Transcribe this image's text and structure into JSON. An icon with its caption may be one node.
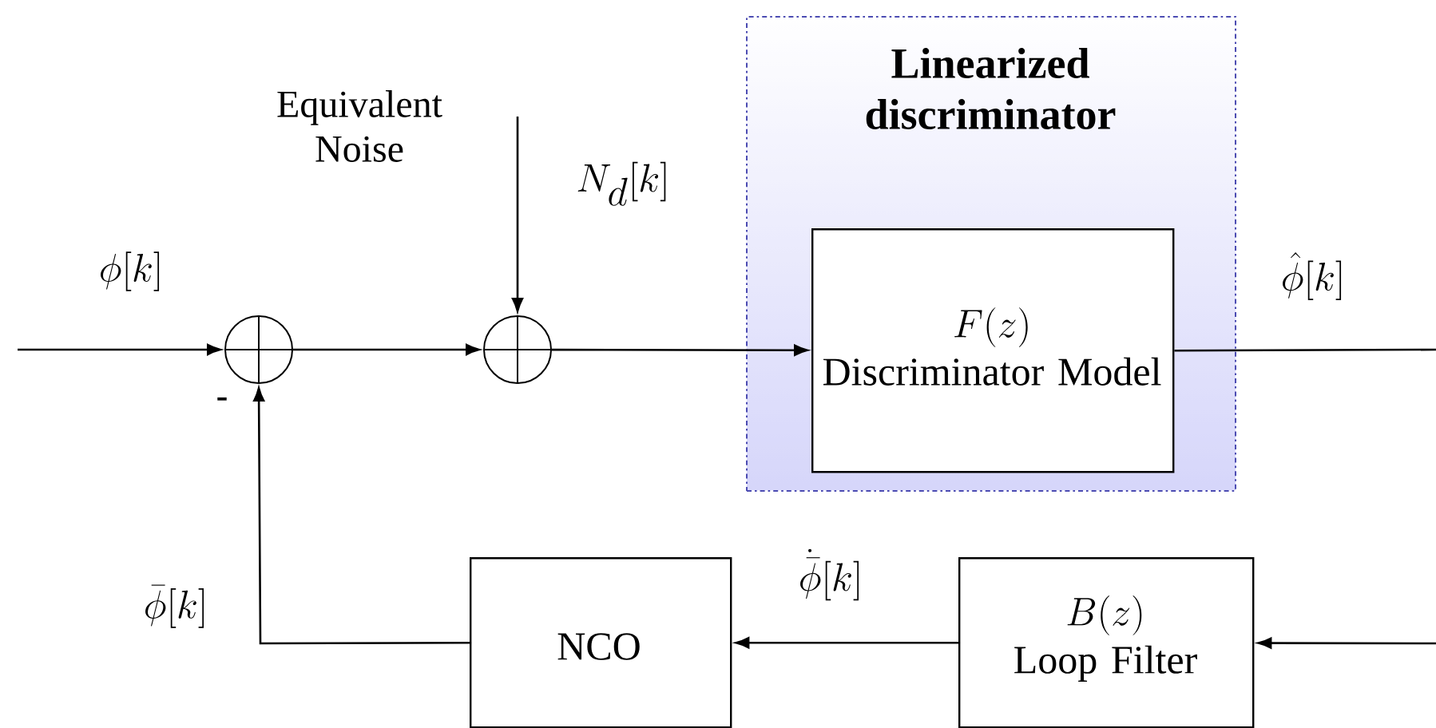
{
  "diagram": {
    "nodes": [
      {
        "text": [
          "Linearized discriminator"
        ]
      },
      {
        "text": [],
        "shape": "circle"
      },
      {
        "text": [],
        "shape": "circle"
      },
      {
        "text": [
          "F(z)",
          "Discriminator Model"
        ],
        "in": 0
      },
      {
        "text": [
          "NCO"
        ]
      },
      {
        "text": [
          "B(z)",
          "Loop Filter"
        ]
      }
    ],
    "edges": [
      {
        "from": null,
        "to": 1,
        "arrow": "to",
        "label": "\\phi[k]"
      },
      {
        "from": 1,
        "to": 2,
        "arrow": "to"
      },
      {
        "from": null,
        "to": 2,
        "arrow": "to",
        "label": "N_{d}[k]"
      },
      {
        "from": 2,
        "to": 3,
        "arrow": "to"
      },
      {
        "from": 3,
        "to": null,
        "arrow": "none",
        "label": "\\hat{\\phi}[k]"
      },
      {
        "from": null,
        "to": 5,
        "arrow": "to"
      },
      {
        "from": 5,
        "to": 4,
        "arrow": "to",
        "label": "\\dot{\\bar{\\phi}}[k]"
      },
      {
        "from": 4,
        "to": 1,
        "arrow": "to",
        "label": "\\bar{\\phi}[k]"
      }
    ],
    "labels": [
      "Equivalent Noise",
      "-"
    ]
  }
}
